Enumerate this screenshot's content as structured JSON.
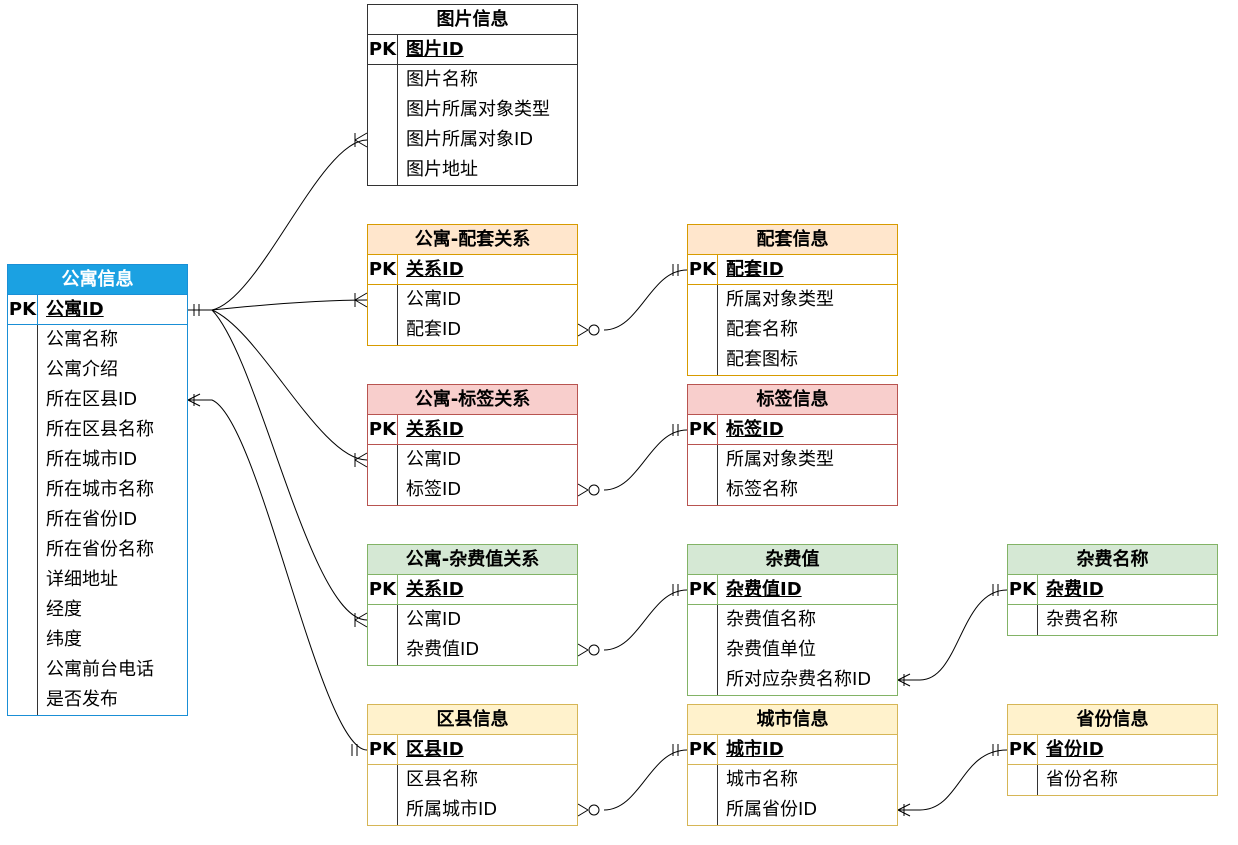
{
  "entities": {
    "picture": {
      "title": "图片信息",
      "pk_label": "PK",
      "pk": "图片ID",
      "fields": [
        "图片名称",
        "图片所属对象类型",
        "图片所属对象ID",
        "图片地址"
      ],
      "color": "#333333"
    },
    "apartment": {
      "title": "公寓信息",
      "pk_label": "PK",
      "pk": "公寓ID",
      "fields": [
        "公寓名称",
        "公寓介绍",
        "所在区县ID",
        "所在区县名称",
        "所在城市ID",
        "所在城市名称",
        "所在省份ID",
        "所在省份名称",
        "详细地址",
        "经度",
        "纬度",
        "公寓前台电话",
        "是否发布"
      ],
      "color": "#1ba1e2"
    },
    "apt_facility": {
      "title": "公寓-配套关系",
      "pk_label": "PK",
      "pk": "关系ID",
      "fields": [
        "公寓ID",
        "配套ID"
      ],
      "color": "#ffe6cc"
    },
    "facility": {
      "title": "配套信息",
      "pk_label": "PK",
      "pk": "配套ID",
      "fields": [
        "所属对象类型",
        "配套名称",
        "配套图标"
      ],
      "color": "#ffe6cc"
    },
    "apt_label": {
      "title": "公寓-标签关系",
      "pk_label": "PK",
      "pk": "关系ID",
      "fields": [
        "公寓ID",
        "标签ID"
      ],
      "color": "#f8cecc"
    },
    "label": {
      "title": "标签信息",
      "pk_label": "PK",
      "pk": "标签ID",
      "fields": [
        "所属对象类型",
        "标签名称"
      ],
      "color": "#f8cecc"
    },
    "apt_fee": {
      "title": "公寓-杂费值关系",
      "pk_label": "PK",
      "pk": "关系ID",
      "fields": [
        "公寓ID",
        "杂费值ID"
      ],
      "color": "#d5e8d4"
    },
    "fee_value": {
      "title": "杂费值",
      "pk_label": "PK",
      "pk": "杂费值ID",
      "fields": [
        "杂费值名称",
        "杂费值单位",
        "所对应杂费名称ID"
      ],
      "color": "#d5e8d4"
    },
    "fee_key": {
      "title": "杂费名称",
      "pk_label": "PK",
      "pk": "杂费ID",
      "fields": [
        "杂费名称"
      ],
      "color": "#d5e8d4"
    },
    "district": {
      "title": "区县信息",
      "pk_label": "PK",
      "pk": "区县ID",
      "fields": [
        "区县名称",
        "所属城市ID"
      ],
      "color": "#fff2cc"
    },
    "city": {
      "title": "城市信息",
      "pk_label": "PK",
      "pk": "城市ID",
      "fields": [
        "城市名称",
        "所属省份ID"
      ],
      "color": "#fff2cc"
    },
    "province": {
      "title": "省份信息",
      "pk_label": "PK",
      "pk": "省份ID",
      "fields": [
        "省份名称"
      ],
      "color": "#fff2cc"
    }
  }
}
